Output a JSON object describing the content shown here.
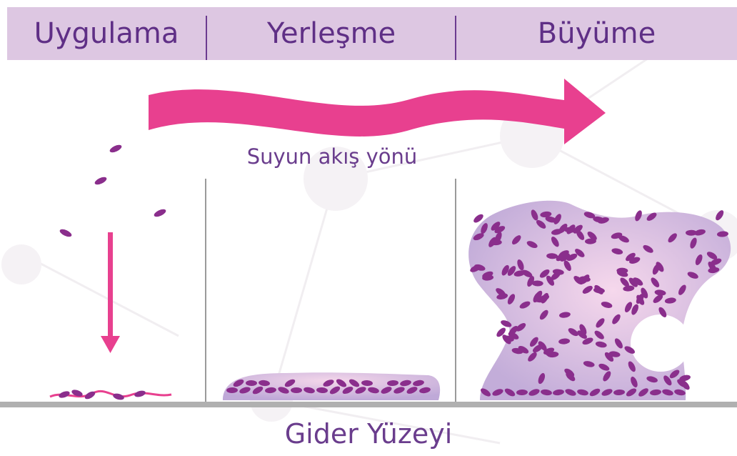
{
  "header": {
    "stages": [
      "Uygulama",
      "Yerleşme",
      "Büyüme"
    ]
  },
  "flow": {
    "label": "Suyun akış yönü"
  },
  "surface": {
    "label": "Gider Yüzeyi"
  },
  "colors": {
    "header_bg": "#ddc7e2",
    "text": "#6a3d8d",
    "arrow": "#e8408f",
    "biofilm": "#c9b2de",
    "bacteria": "#8a2e8c",
    "surface": "#b0b0b0"
  }
}
